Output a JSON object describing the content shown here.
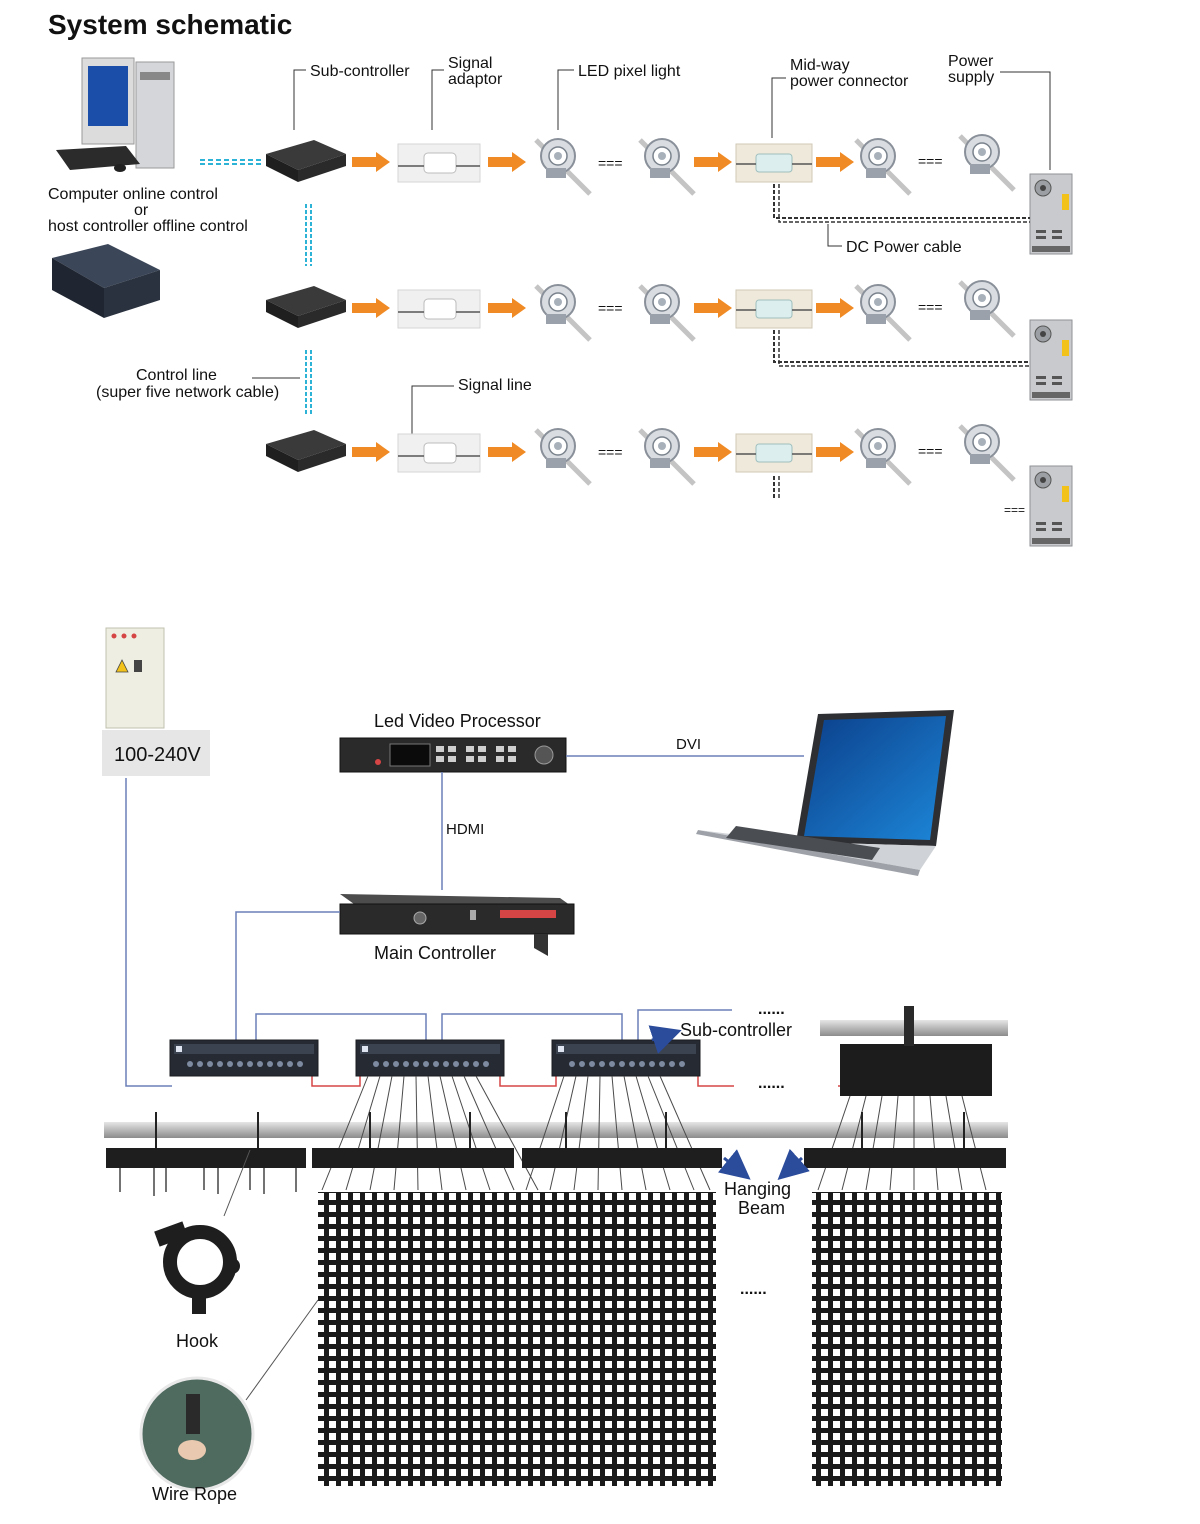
{
  "top": {
    "title": "System schematic",
    "labels": {
      "sub_controller": "Sub-controller",
      "signal_adaptor_1": "Signal",
      "signal_adaptor_2": "adaptor",
      "led_pixel": "LED  pixel light",
      "midway_1": "Mid-way",
      "midway_2": "power connector",
      "power_1": "Power",
      "power_2": "supply",
      "computer_1": "Computer online control",
      "computer_2": "or",
      "computer_3": "host controller offline control",
      "dc_cable": "DC Power cable",
      "control_line_1": "Control line",
      "control_line_2": "(super five network cable)",
      "signal_line": "Signal line",
      "ellipsis": "==="
    }
  },
  "bottom": {
    "voltage": "100-240V",
    "video_processor": "Led Video Processor",
    "dvi": "DVI",
    "hdmi": "HDMI",
    "main_controller": "Main Controller",
    "sub_controller": "Sub-controller",
    "hanging_1": "Hanging",
    "hanging_2": "Beam",
    "hook": "Hook",
    "wire_rope": "Wire Rope",
    "dots": "......"
  },
  "colors": {
    "arrow": "#f08a24",
    "network": "#2cb3d6",
    "wire_blue": "#6b7fb8",
    "wire_red": "#d64545",
    "device_dark": "#2a2a2a",
    "grid": "#1a1a1a"
  }
}
